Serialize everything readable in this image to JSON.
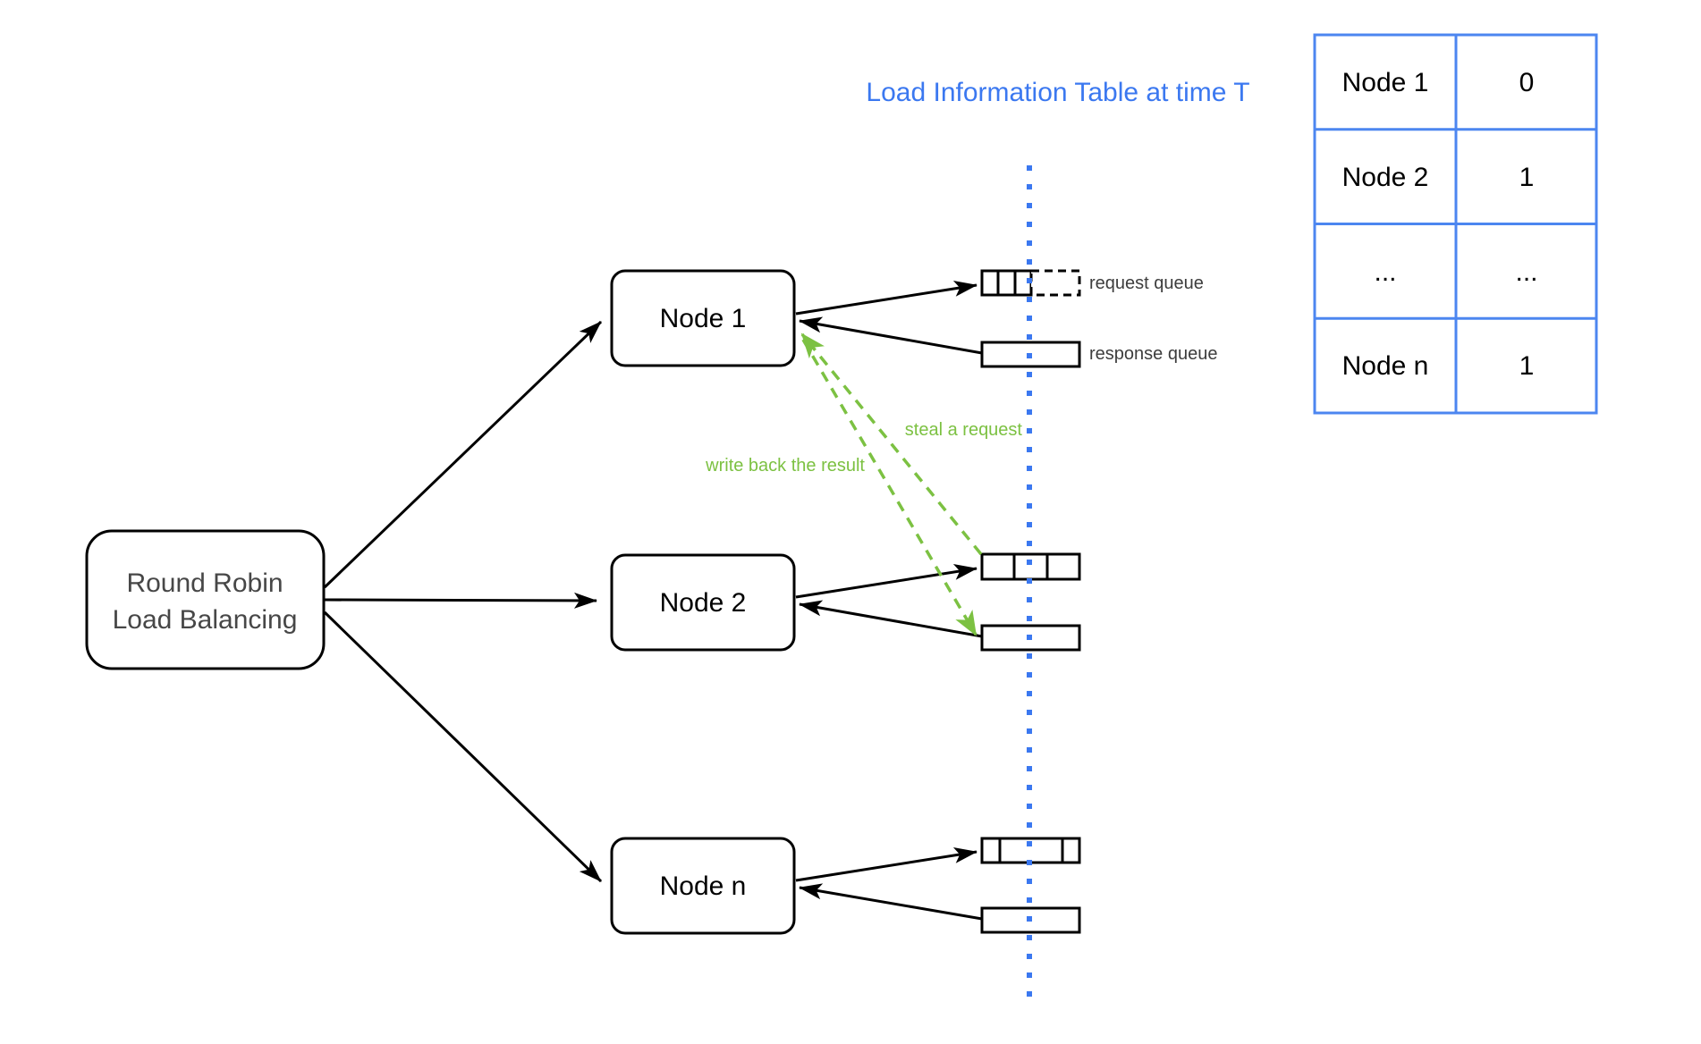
{
  "title": {
    "text": "Load Information Table at time T"
  },
  "balancer": {
    "line1": "Round Robin",
    "line2": "Load Balancing"
  },
  "nodes": [
    {
      "label": "Node 1"
    },
    {
      "label": "Node 2"
    },
    {
      "label": "Node n"
    }
  ],
  "queue_labels": {
    "request": "request queue",
    "response": "response queue"
  },
  "steal_annotations": {
    "steal": "steal a request",
    "write_back": "write back the result"
  },
  "load_table": {
    "rows": [
      {
        "node": "Node 1",
        "load": "0"
      },
      {
        "node": "Node 2",
        "load": "1"
      },
      {
        "node": "...",
        "load": "..."
      },
      {
        "node": "Node n",
        "load": "1"
      }
    ]
  },
  "colors": {
    "blue_accent": "#3b78f0",
    "table_border_blue": "#4c86f0",
    "green_accent": "#7cc142",
    "node_border_black": "#000000",
    "balancer_text_gray": "#474747",
    "queue_label_gray": "#3d3d3d"
  }
}
